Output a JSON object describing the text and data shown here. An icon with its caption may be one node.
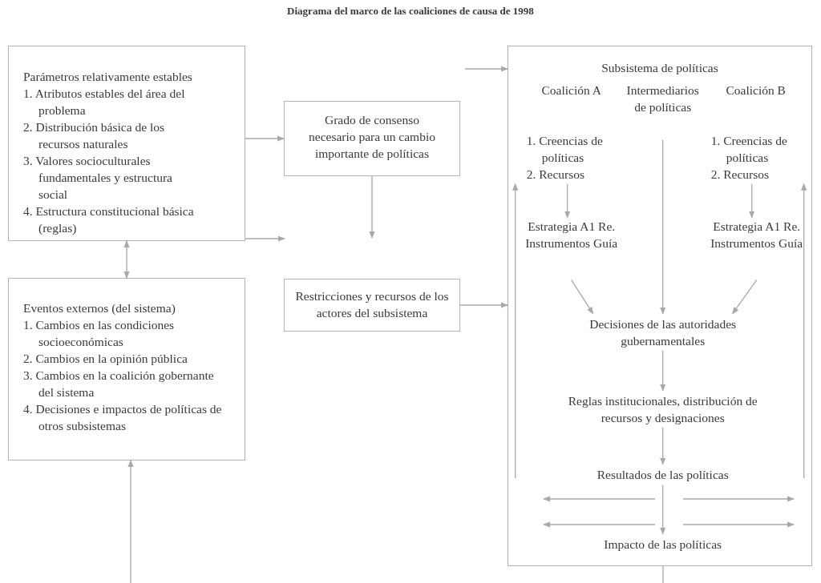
{
  "diagram": {
    "title": "Diagrama del marco de las coaliciones de causa de 1998",
    "nodes": [
      {
        "text": [
          "Parámetros relativamente estables",
          "1. Atributos estables del área del problema",
          "2. Distribución básica de los recursos naturales",
          "3. Valores socioculturales fundamentales y estructura social",
          "4. Estructura constitucional básica (reglas)"
        ]
      },
      {
        "text": [
          "Grado de consenso necesario para un cambio importante de políticas"
        ]
      },
      {
        "text": [
          "Eventos externos (del sistema)",
          "1. Cambios en las condiciones socioeconómicas",
          "2. Cambios en la opinión pública",
          "3. Cambios en la coalición gobernante del sistema",
          "4. Decisiones e impactos de políticas de otros subsistemas"
        ]
      },
      {
        "text": [
          "Restricciones y recursos de los actores del subsistema"
        ]
      },
      {
        "text": [
          "Subsistema de políticas"
        ]
      },
      {
        "text": [
          "Coalición A"
        ],
        "in": 4
      },
      {
        "text": [
          "Intermediarios de políticas"
        ],
        "in": 4
      },
      {
        "text": [
          "Coalición B"
        ],
        "in": 4
      },
      {
        "text": [
          "1. Creencias de políticas",
          "2. Recursos"
        ],
        "in": 4
      },
      {
        "text": [
          "1. Creencias de políticas",
          "2. Recursos"
        ],
        "in": 4
      },
      {
        "text": [
          "Estrategia A1 Re. Instrumentos Guía"
        ],
        "in": 4
      },
      {
        "text": [
          "Estrategia A1 Re. Instrumentos Guía"
        ],
        "in": 4
      },
      {
        "text": [
          "Decisiones de las autoridades gubernamentales"
        ],
        "in": 4
      },
      {
        "text": [
          "Reglas institucionales, distribución de recursos y designaciones"
        ],
        "in": 4
      },
      {
        "text": [
          "Resultados de las políticas"
        ],
        "in": 4
      },
      {
        "text": [
          "Impacto de las políticas"
        ],
        "in": 4
      }
    ],
    "edges": [
      {
        "from": 0,
        "to": 1,
        "arrow": "to"
      },
      {
        "from": 0,
        "to": null,
        "arrow": "to"
      },
      {
        "from": 1,
        "to": null,
        "arrow": "to"
      },
      {
        "from": 0,
        "to": 2,
        "arrow": "both"
      },
      {
        "from": null,
        "to": 4,
        "arrow": "to"
      },
      {
        "from": 3,
        "to": 4,
        "arrow": "to"
      },
      {
        "from": 8,
        "to": 10,
        "arrow": "to"
      },
      {
        "from": 9,
        "to": 11,
        "arrow": "to"
      },
      {
        "from": 10,
        "to": 12,
        "arrow": "to"
      },
      {
        "from": 6,
        "to": 12,
        "arrow": "to"
      },
      {
        "from": 11,
        "to": 12,
        "arrow": "to"
      },
      {
        "from": 12,
        "to": 13,
        "arrow": "to"
      },
      {
        "from": 13,
        "to": 14,
        "arrow": "to"
      },
      {
        "from": 14,
        "to": 15,
        "arrow": "to"
      },
      {
        "from": null,
        "to": 8,
        "arrow": "to"
      },
      {
        "from": null,
        "to": 9,
        "arrow": "to"
      },
      {
        "from": 4,
        "to": null,
        "arrow": "none"
      },
      {
        "from": null,
        "to": 2,
        "arrow": "to"
      }
    ]
  }
}
